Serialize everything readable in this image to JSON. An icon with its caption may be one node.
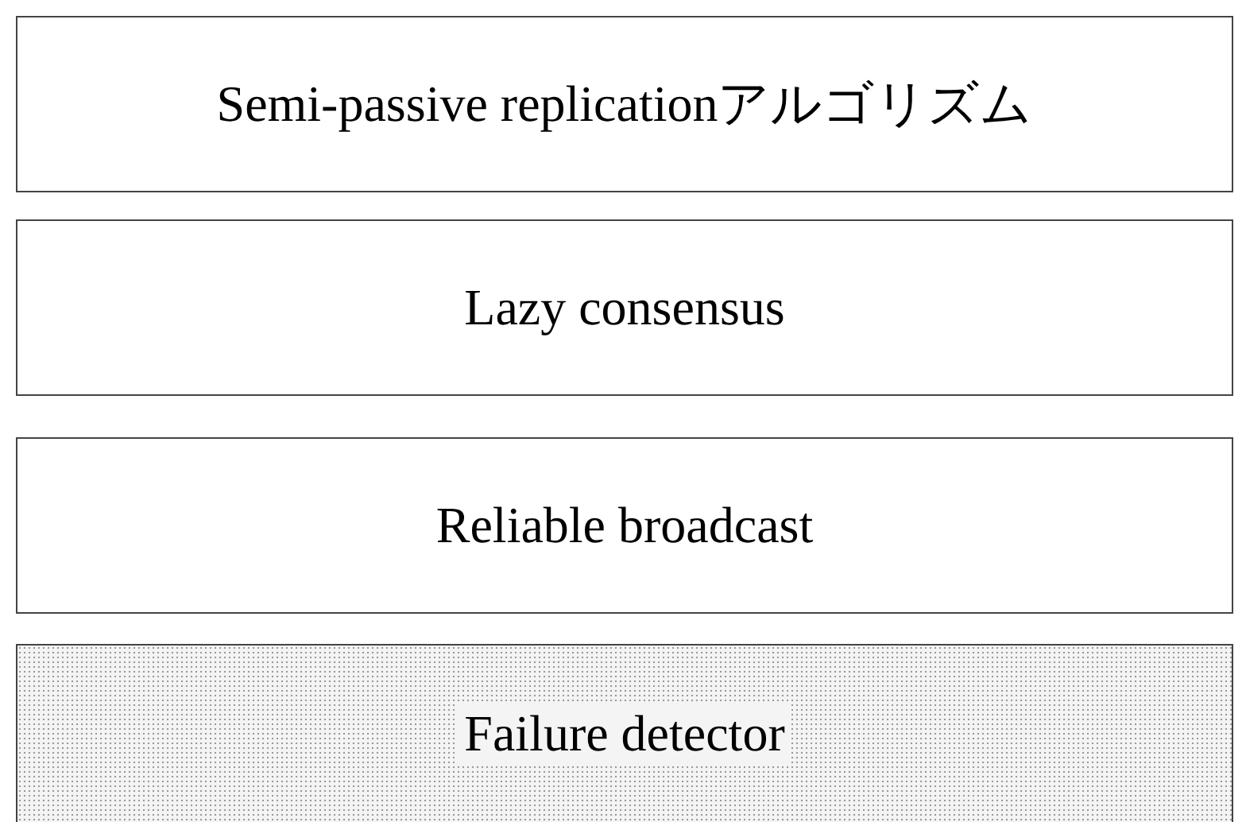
{
  "diagram": {
    "nodes": [
      {
        "text": [
          "Semi-passive replicationアルゴリズム"
        ]
      },
      {
        "text": [
          "Lazy consensus"
        ]
      },
      {
        "text": [
          "Reliable broadcast"
        ]
      },
      {
        "text": [
          "Failure detector"
        ]
      }
    ],
    "edges": []
  }
}
